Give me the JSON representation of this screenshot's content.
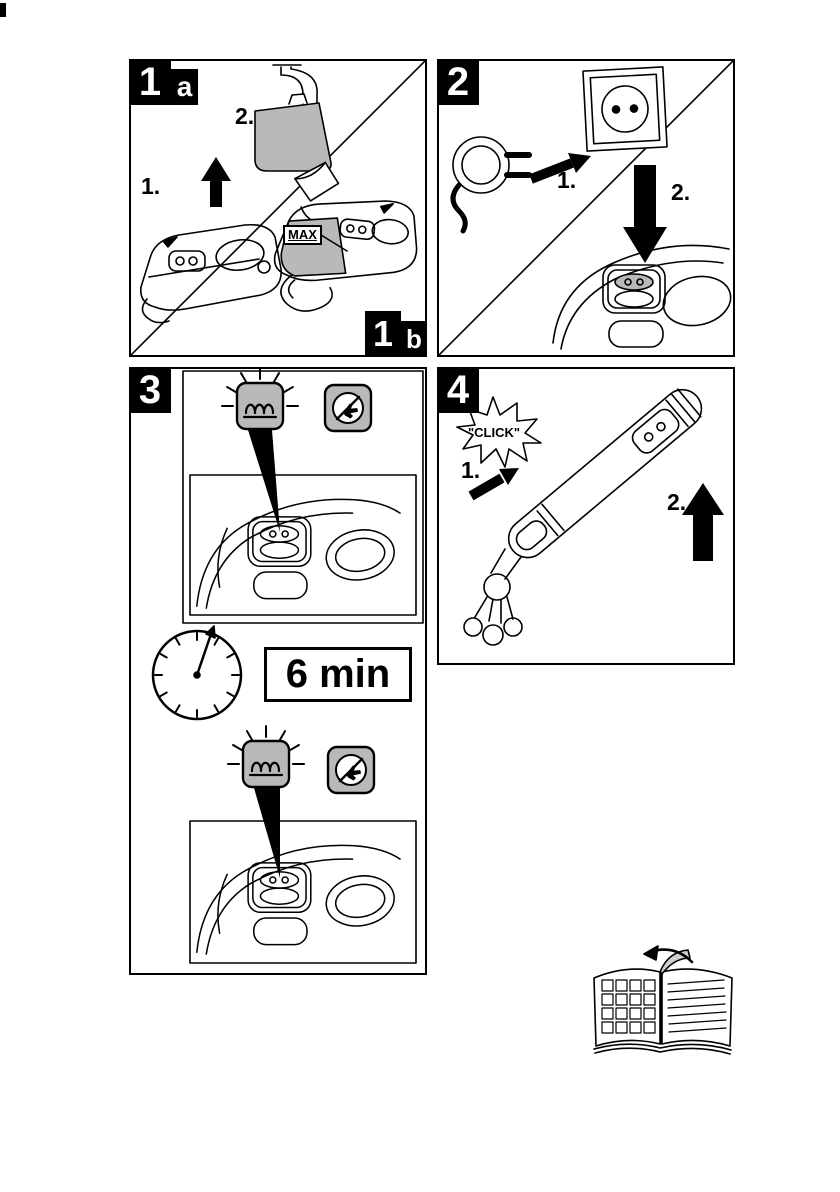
{
  "colors": {
    "ink": "#000000",
    "shade": "#b9b9b9",
    "paper": "#ffffff"
  },
  "panel_1": {
    "badge": {
      "number": "1",
      "letter_a": "a",
      "letter_b": "b"
    },
    "steps": {
      "remove_tank": "1.",
      "fill_tank": "2."
    },
    "max_label": "MAX"
  },
  "panel_2": {
    "badge": "2",
    "steps": {
      "plug_in": "1.",
      "press_switch": "2."
    }
  },
  "panel_3": {
    "badge": "3",
    "duration": "6 min"
  },
  "panel_4": {
    "badge": "4",
    "click_label": "\"CLICK\"",
    "steps": {
      "attach": "1.",
      "lift": "2."
    }
  },
  "icons": {
    "heating_lamp": "heating-indicator-lamp",
    "prohibition_hand": "do-not-use-hand",
    "clock": "clock-timer",
    "book": "open-manual"
  }
}
